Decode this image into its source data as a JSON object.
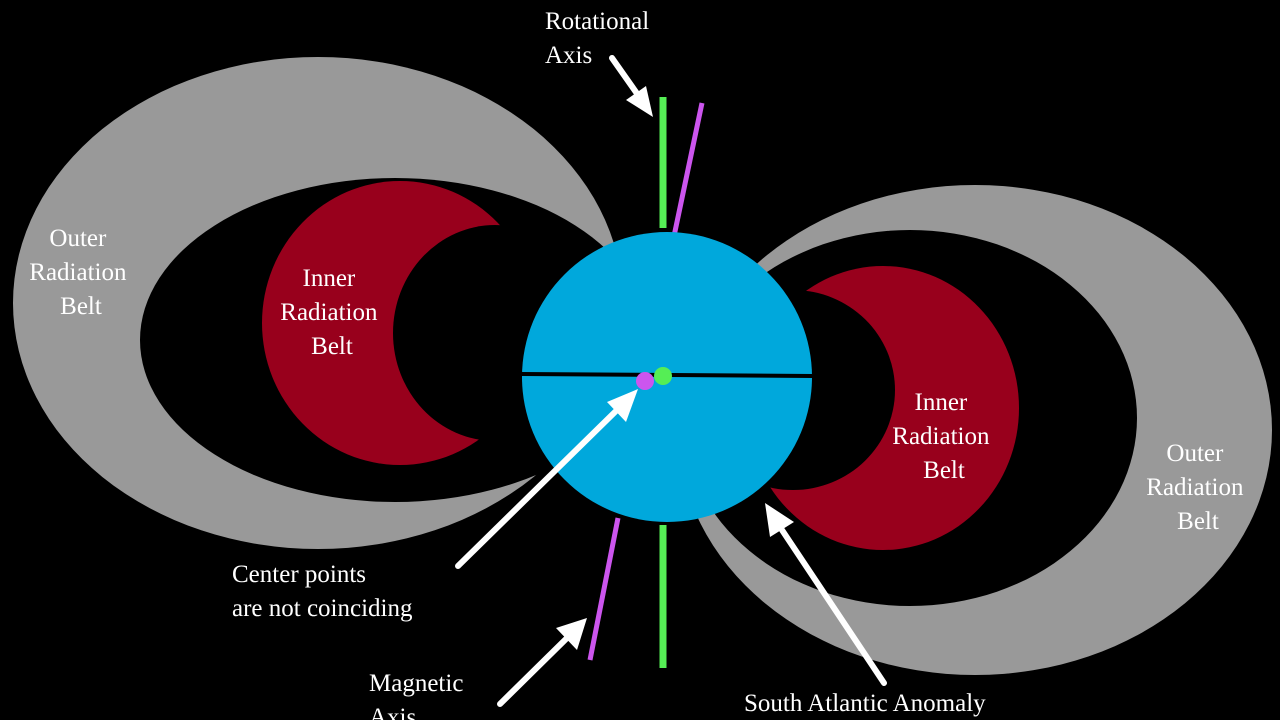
{
  "colors": {
    "background": "#000000",
    "outer_belt": "#999999",
    "inner_belt": "#98001c",
    "earth": "#00a8dc",
    "equator": "#000000",
    "rotational_axis": "#55ee55",
    "magnetic_axis": "#cc55ee",
    "label_text": "#ffffff",
    "arrow": "#ffffff"
  },
  "labels": {
    "rotational_axis": [
      "Rotational",
      "Axis"
    ],
    "magnetic_axis": [
      "Magnetic",
      "Axis"
    ],
    "outer_belt_left": [
      "Outer",
      "Radiation",
      "Belt"
    ],
    "outer_belt_right": [
      "Outer",
      "Radiation",
      "Belt"
    ],
    "inner_belt_left": [
      "Inner",
      "Radiation",
      "Belt"
    ],
    "inner_belt_right": [
      "Inner",
      "Radiation",
      "Belt"
    ],
    "center_points": [
      "Center points",
      "are not coinciding"
    ],
    "south_atlantic_anomaly": "South Atlantic Anomaly"
  }
}
